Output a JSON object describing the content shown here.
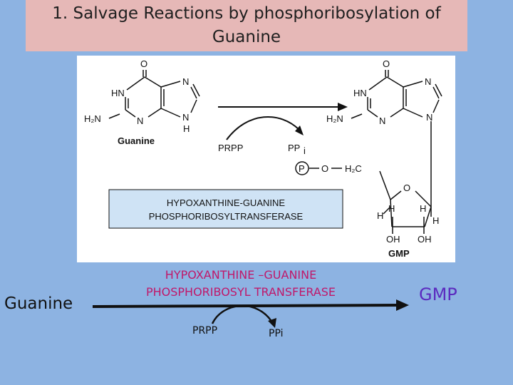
{
  "slide": {
    "title": "1. Salvage Reactions by phosphoribosylation of Guanine"
  },
  "figure": {
    "left_molecule": {
      "name": "Guanine",
      "atoms": {
        "o": "O",
        "hn": "HN",
        "n7": "N",
        "h2n": "H₂N",
        "n3": "N",
        "n9": "N",
        "h9": "H"
      }
    },
    "right_molecule": {
      "name": "GMP",
      "atoms": {
        "o": "O",
        "hn": "HN",
        "n7": "N",
        "h2n": "H₂N",
        "n3": "N",
        "n9": "N"
      },
      "phosphate_p": "P",
      "linker_o": "O",
      "linker_ch2": "H₂C",
      "ring_o": "O",
      "h_labels": [
        "H",
        "H",
        "H",
        "H"
      ],
      "oh_left": "OH",
      "oh_right": "OH"
    },
    "cosubstrate": "PRPP",
    "byproduct": "PP",
    "byproduct_sub": "i",
    "enzyme_line1": "HYPOXANTHINE-GUANINE",
    "enzyme_line2": "PHOSPHORIBOSYLTRANSFERASE"
  },
  "summary": {
    "substrate": "Guanine",
    "enzyme_line1": "HYPOXANTHINE –GUANINE",
    "enzyme_line2": "PHOSPHORIBOSYL TRANSFERASE",
    "cosubstrate": "PRPP",
    "byproduct": "PPi",
    "product": "GMP"
  },
  "colors": {
    "background": "#8db3e2",
    "title_band": "#e6b8b7",
    "enzyme_box": "#cfe3f5",
    "enzyme_text": "#c0186a",
    "product_text": "#5b2bbf"
  }
}
